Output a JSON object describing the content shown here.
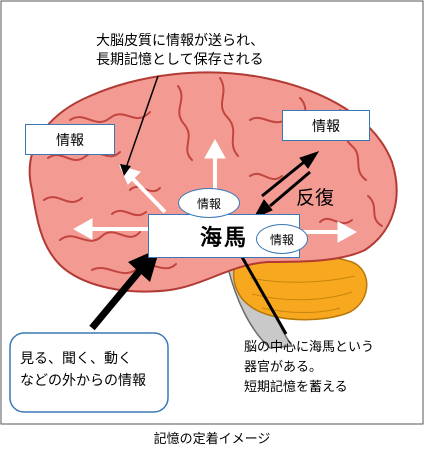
{
  "top_note": {
    "line1": "大脳皮質に情報が送られ、",
    "line2": "長期記憶として保存される"
  },
  "info_box_left": "情報",
  "info_box_right": "情報",
  "info_oval_top": "情報",
  "info_oval_right": "情報",
  "hippocampus": "海馬",
  "repeat": "反復",
  "input_note": {
    "line1": "見る、聞く、動く",
    "line2": "などの外からの情報"
  },
  "hippo_note": {
    "line1": "脳の中心に海馬という",
    "line2": "器官がある。",
    "line3": "短期記憶を蓄える"
  },
  "caption": "記憶の定着イメージ",
  "colors": {
    "brain": "#f39a92",
    "gyri": "#c2453f",
    "cerebellum": "#f7a81f",
    "box_border": "#3a78b5"
  }
}
